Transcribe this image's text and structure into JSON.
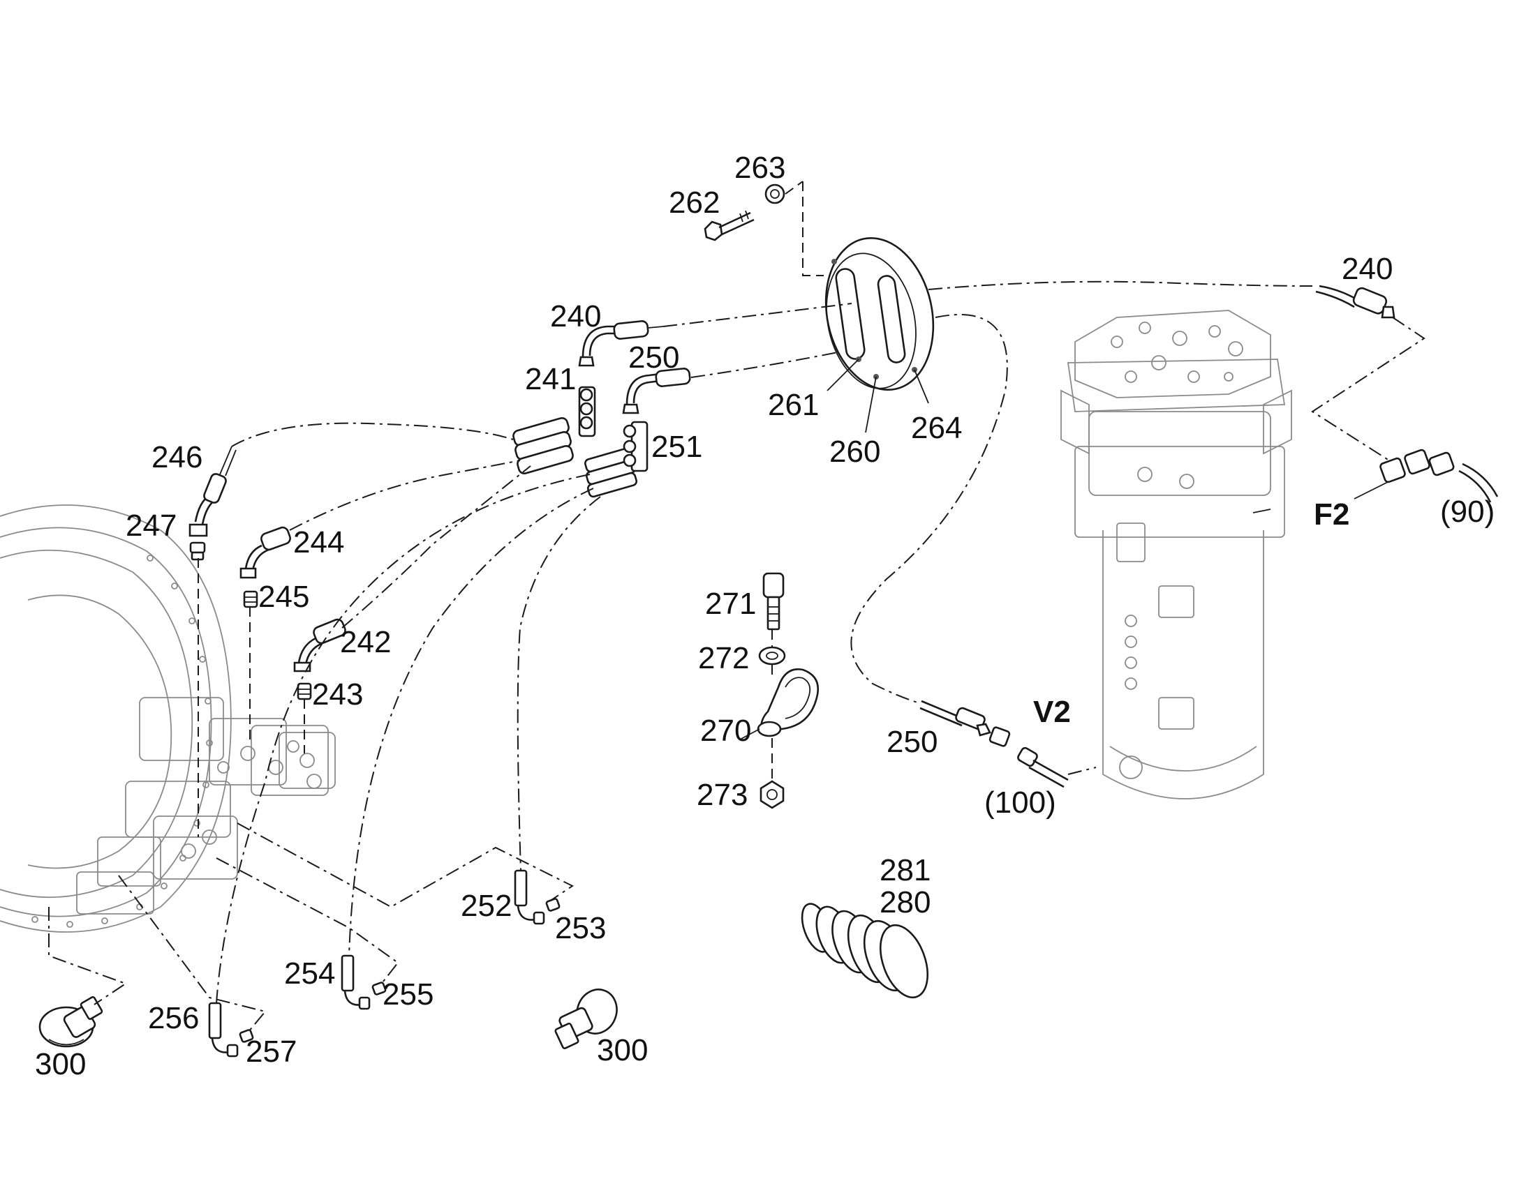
{
  "diagram": {
    "labels": {
      "l240a": "240",
      "l240b": "240",
      "l241": "241",
      "l242": "242",
      "l243": "243",
      "l244": "244",
      "l245": "245",
      "l246": "246",
      "l247": "247",
      "l250a": "250",
      "l250b": "250",
      "l251": "251",
      "l252": "252",
      "l253": "253",
      "l254": "254",
      "l255": "255",
      "l256": "256",
      "l257": "257",
      "l260": "260",
      "l261": "261",
      "l262": "262",
      "l263": "263",
      "l264": "264",
      "l270": "270",
      "l271": "271",
      "l272": "272",
      "l273": "273",
      "l280": "280",
      "l281": "281",
      "l300a": "300",
      "l300b": "300",
      "lF2": "F2",
      "lV2": "V2",
      "l90": "(90)",
      "l100": "(100)"
    }
  }
}
